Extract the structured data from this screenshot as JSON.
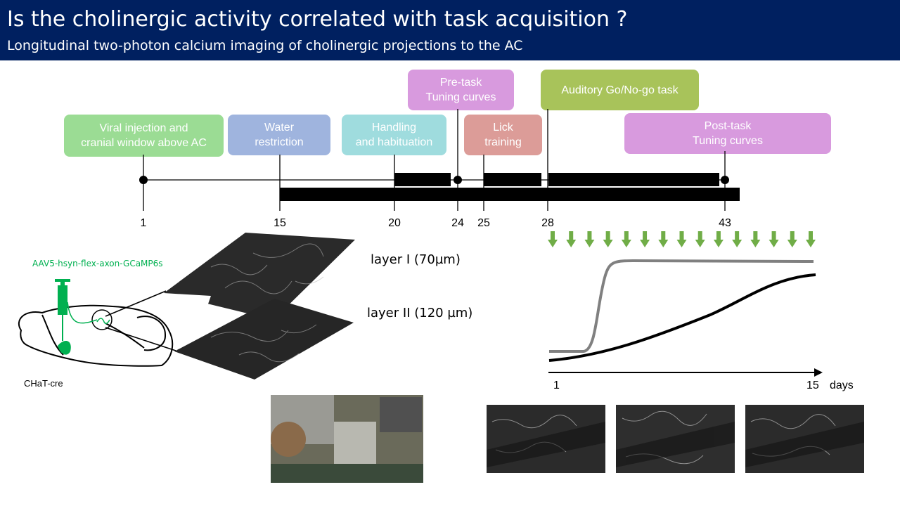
{
  "header": {
    "title": "Is the cholinergic activity correlated with task acquisition ?",
    "subtitle": "Longitudinal two-photon calcium imaging of cholinergic projections to the AC"
  },
  "timeline": {
    "boxes": [
      {
        "line1": "Viral injection and",
        "line2": "cranial window above AC",
        "color": "#9bdc94"
      },
      {
        "line1": "Water",
        "line2": "restriction",
        "color": "#9fb4de"
      },
      {
        "line1": "Handling",
        "line2": "and habituation",
        "color": "#9fdcde"
      },
      {
        "line1": "Pre-task",
        "line2": "Tuning curves",
        "color": "#d89ade"
      },
      {
        "line1": "Lick",
        "line2": "training",
        "color": "#dc9c98"
      },
      {
        "line1": "Auditory Go/No-go task",
        "line2": "",
        "color": "#a8c35a"
      },
      {
        "line1": "Post-task",
        "line2": "Tuning curves",
        "color": "#d89ade"
      }
    ],
    "days": [
      "1",
      "15",
      "20",
      "24",
      "25",
      "28",
      "43"
    ]
  },
  "setup": {
    "virus": "AAV5-hsyn-flex-axon-GCaMP6s",
    "mouse_line": "CHaT-cre",
    "layer1": "layer I (70µm)",
    "layer2": "layer II (120 µm)"
  },
  "learning_plot": {
    "x_start": "1",
    "x_end": "15",
    "x_unit": "days",
    "arrow_count": 15,
    "arrow_color": "#70ad47"
  },
  "colors": {
    "header_bg": "#002060",
    "syringe": "#00b050"
  }
}
